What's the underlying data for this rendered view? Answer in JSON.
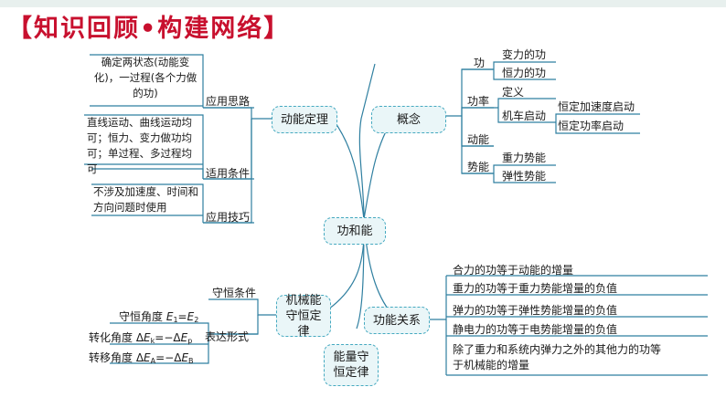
{
  "title": "【知识回顾•构建网络】",
  "center": "功和能",
  "nodes": {
    "theorem": "动能定理",
    "concept": "概念",
    "mech": "机械能守恒定律",
    "funcrel": "功能关系",
    "energycons": "能量守恒定律"
  },
  "theorem_branches": {
    "apply_idea": "应用思路",
    "apply_idea_text": "确定两状态(动能变化)，一过程(各个力做的功)",
    "cond": "适用条件",
    "cond_text": "直线运动、曲线运动均可；恒力、变力做功均可；单过程、多过程均可",
    "skill": "应用技巧",
    "skill_text": "不涉及加速度、时间和方向问题时使用"
  },
  "concept_branches": {
    "work": "功",
    "work_var": "变力的功",
    "work_const": "恒力的功",
    "power": "功率",
    "power_def": "定义",
    "power_start": "机车启动",
    "start_acc": "恒定加速度启动",
    "start_pow": "恒定功率启动",
    "kinetic": "动能",
    "potential": "势能",
    "pot_grav": "重力势能",
    "pot_elastic": "弹性势能"
  },
  "mech_branches": {
    "cond": "守恒条件",
    "form": "表达形式",
    "form1": "守恒角度",
    "form2": "转化角度",
    "form3": "转移角度"
  },
  "funcrel_items": [
    "合力的功等于动能的增量",
    "重力的功等于重力势能增量的负值",
    "弹力的功等于弹性势能增量的负值",
    "静电力的功等于电势能增量的负值",
    "除了重力和系统内弹力之外的其他力的功等于机械能的增量"
  ],
  "colors": {
    "title": "#c8102e",
    "box_border": "#45a9c0",
    "box_fill": "#eaf6f8",
    "line": "#2f7fa0"
  }
}
